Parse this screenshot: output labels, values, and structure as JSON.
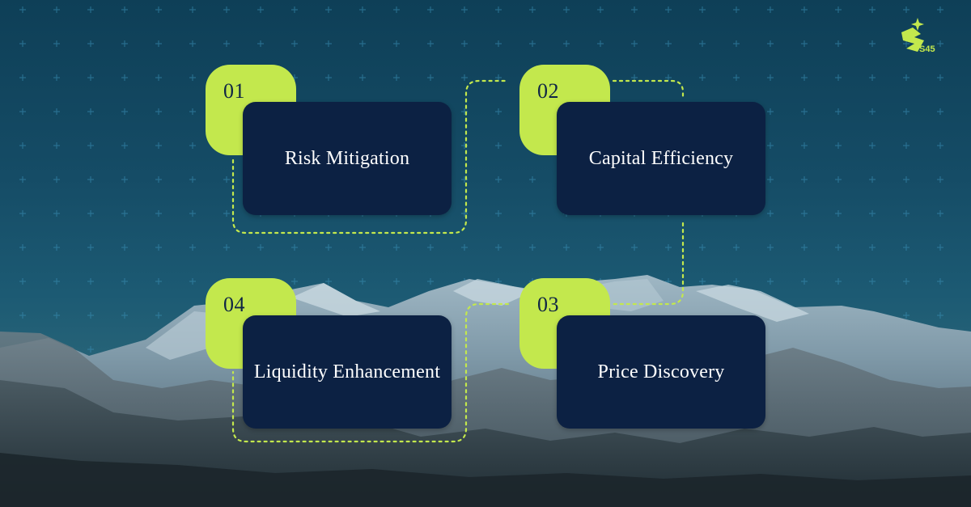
{
  "logo": {
    "text": "S45",
    "icon": "spark-logo-icon"
  },
  "steps": [
    {
      "number": "01",
      "label": "Risk Mitigation"
    },
    {
      "number": "02",
      "label": "Capital Efficiency"
    },
    {
      "number": "03",
      "label": "Price Discovery"
    },
    {
      "number": "04",
      "label": "Liquidity Enhancement"
    }
  ],
  "colors": {
    "accent": "#c3e84d",
    "card": "#0c2143",
    "background": "#16516b"
  }
}
